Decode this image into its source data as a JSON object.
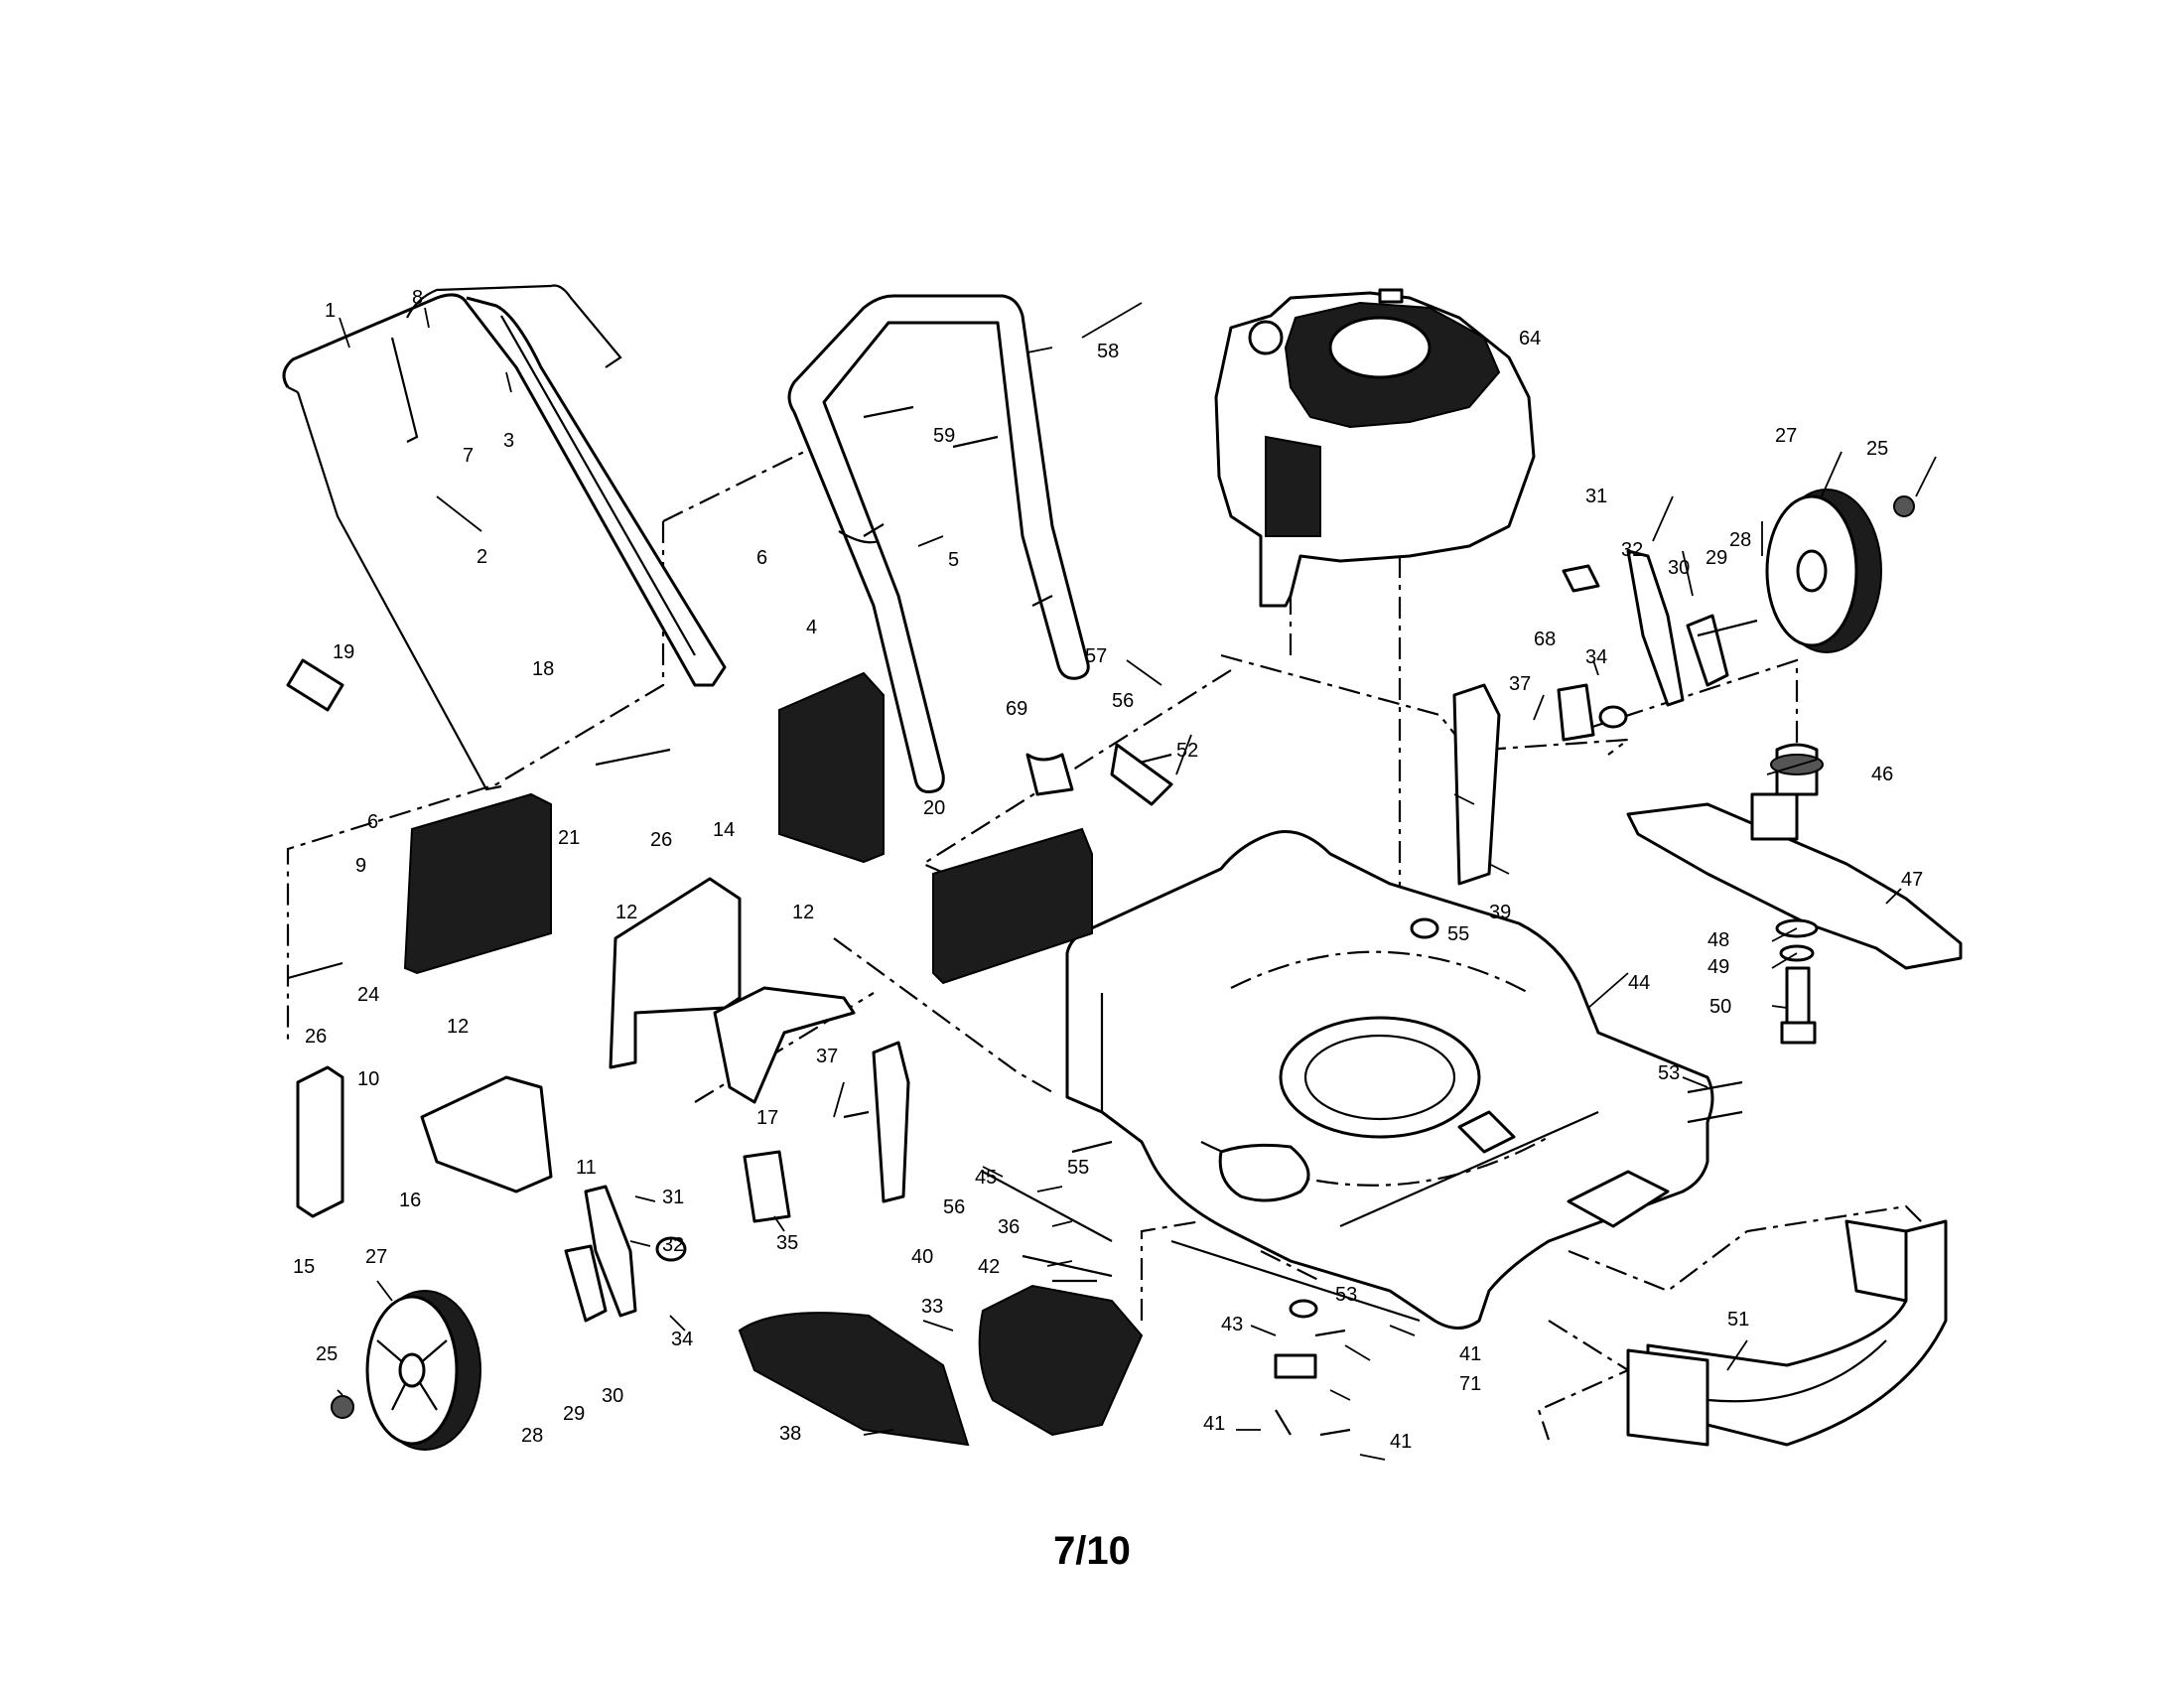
{
  "page_number": "7/10",
  "callouts": [
    {
      "name": "callout-1",
      "text": "1"
    },
    {
      "name": "callout-8",
      "text": "8"
    },
    {
      "name": "callout-7",
      "text": "7"
    },
    {
      "name": "callout-3",
      "text": "3"
    },
    {
      "name": "callout-2",
      "text": "2"
    },
    {
      "name": "callout-6-upper",
      "text": "6"
    },
    {
      "name": "callout-18",
      "text": "18"
    },
    {
      "name": "callout-19",
      "text": "19"
    },
    {
      "name": "callout-6-lower",
      "text": "6"
    },
    {
      "name": "callout-21",
      "text": "21"
    },
    {
      "name": "callout-26-upper",
      "text": "26"
    },
    {
      "name": "callout-9",
      "text": "9"
    },
    {
      "name": "callout-24",
      "text": "24"
    },
    {
      "name": "callout-26-lower",
      "text": "26"
    },
    {
      "name": "callout-14",
      "text": "14"
    },
    {
      "name": "callout-12-a",
      "text": "12"
    },
    {
      "name": "callout-12-b",
      "text": "12"
    },
    {
      "name": "callout-12-c",
      "text": "12"
    },
    {
      "name": "callout-10",
      "text": "10"
    },
    {
      "name": "callout-16",
      "text": "16"
    },
    {
      "name": "callout-11",
      "text": "11"
    },
    {
      "name": "callout-15",
      "text": "15"
    },
    {
      "name": "callout-17",
      "text": "17"
    },
    {
      "name": "callout-4",
      "text": "4"
    },
    {
      "name": "callout-58",
      "text": "58"
    },
    {
      "name": "callout-59",
      "text": "59"
    },
    {
      "name": "callout-5",
      "text": "5"
    },
    {
      "name": "callout-57",
      "text": "57"
    },
    {
      "name": "callout-56-upper",
      "text": "56"
    },
    {
      "name": "callout-69",
      "text": "69"
    },
    {
      "name": "callout-20",
      "text": "20"
    },
    {
      "name": "callout-52",
      "text": "52"
    },
    {
      "name": "callout-64",
      "text": "64"
    },
    {
      "name": "callout-31-upper",
      "text": "31"
    },
    {
      "name": "callout-32-upper",
      "text": "32"
    },
    {
      "name": "callout-30-upper",
      "text": "30"
    },
    {
      "name": "callout-29-upper",
      "text": "29"
    },
    {
      "name": "callout-28-upper",
      "text": "28"
    },
    {
      "name": "callout-27-upper",
      "text": "27"
    },
    {
      "name": "callout-25-upper",
      "text": "25"
    },
    {
      "name": "callout-68",
      "text": "68"
    },
    {
      "name": "callout-37-upper",
      "text": "37"
    },
    {
      "name": "callout-34-upper",
      "text": "34"
    },
    {
      "name": "callout-39",
      "text": "39"
    },
    {
      "name": "callout-55-upper",
      "text": "55"
    },
    {
      "name": "callout-46",
      "text": "46"
    },
    {
      "name": "callout-47",
      "text": "47"
    },
    {
      "name": "callout-48",
      "text": "48"
    },
    {
      "name": "callout-49",
      "text": "49"
    },
    {
      "name": "callout-50",
      "text": "50"
    },
    {
      "name": "callout-44",
      "text": "44"
    },
    {
      "name": "callout-53-right",
      "text": "53"
    },
    {
      "name": "callout-37-lower",
      "text": "37"
    },
    {
      "name": "callout-40",
      "text": "40"
    },
    {
      "name": "callout-56-lower",
      "text": "56"
    },
    {
      "name": "callout-45",
      "text": "45"
    },
    {
      "name": "callout-55-lower",
      "text": "55"
    },
    {
      "name": "callout-36",
      "text": "36"
    },
    {
      "name": "callout-42",
      "text": "42"
    },
    {
      "name": "callout-35",
      "text": "35"
    },
    {
      "name": "callout-31-lower",
      "text": "31"
    },
    {
      "name": "callout-32-lower",
      "text": "32"
    },
    {
      "name": "callout-34-lower",
      "text": "34"
    },
    {
      "name": "callout-27-lower",
      "text": "27"
    },
    {
      "name": "callout-25-lower",
      "text": "25"
    },
    {
      "name": "callout-28-lower",
      "text": "28"
    },
    {
      "name": "callout-29-lower",
      "text": "29"
    },
    {
      "name": "callout-30-lower",
      "text": "30"
    },
    {
      "name": "callout-33",
      "text": "33"
    },
    {
      "name": "callout-38",
      "text": "38"
    },
    {
      "name": "callout-43",
      "text": "43"
    },
    {
      "name": "callout-53-lower",
      "text": "53"
    },
    {
      "name": "callout-41-a",
      "text": "41"
    },
    {
      "name": "callout-71",
      "text": "71"
    },
    {
      "name": "callout-41-b",
      "text": "41"
    },
    {
      "name": "callout-41-c",
      "text": "41"
    },
    {
      "name": "callout-51",
      "text": "51"
    }
  ]
}
